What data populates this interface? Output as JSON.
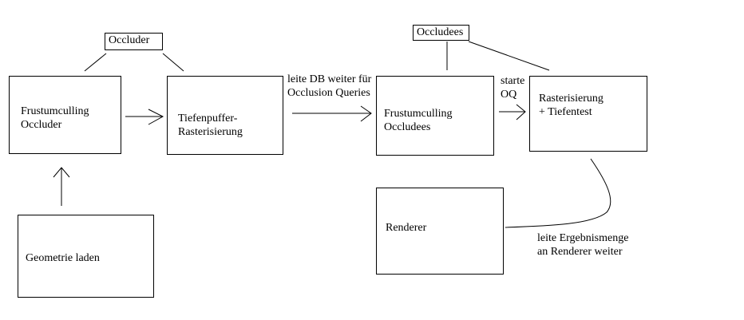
{
  "labels": {
    "occluder": "Occluder",
    "occludees": "Occludees"
  },
  "boxes": {
    "frustum_occluder": [
      "Frustumculling",
      "Occluder"
    ],
    "tiefenpuffer": [
      "Tiefenpuffer-",
      "Rasterisierung"
    ],
    "frustum_occludees": [
      "Frustumculling",
      "Occludees"
    ],
    "raster_tiefentest": [
      "Rasterisierung",
      "+ Tiefentest"
    ],
    "geometrie": "Geometrie laden",
    "renderer": "Renderer"
  },
  "edge_labels": {
    "db_weiter": [
      "leite DB weiter für",
      "Occlusion Queries"
    ],
    "starte_oq": [
      "starte",
      "OQ"
    ],
    "ergebnismenge": [
      "leite Ergebnismenge",
      "an Renderer weiter"
    ]
  }
}
